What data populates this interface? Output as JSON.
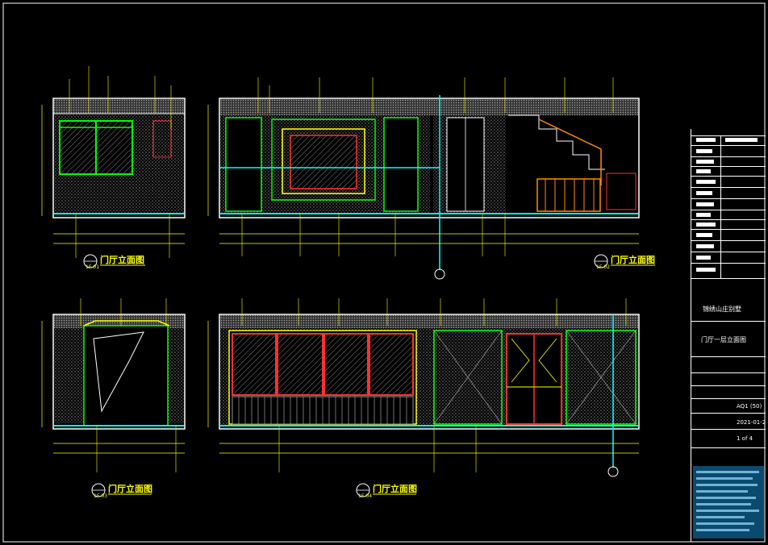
{
  "drawing": {
    "elevations": [
      {
        "id": "elev-1",
        "title": "门厅立面图",
        "num": "1F-01"
      },
      {
        "id": "elev-2",
        "title": "门厅立面图",
        "num": "1F-02"
      },
      {
        "id": "elev-3",
        "title": "门厅立面图",
        "num": "1F-03"
      },
      {
        "id": "elev-4",
        "title": "门厅立面图",
        "num": "1F-04"
      }
    ]
  },
  "title_block": {
    "project": "锦绣山庄别墅",
    "sheet": "门厅一层立面图",
    "drawn": "AQ1 (50)",
    "date": "2021-01-2",
    "page": "1 of 4"
  },
  "colors": {
    "background": "#000000",
    "frame": "#ffffff",
    "yellow": "#ffff00",
    "green": "#00ff00",
    "red": "#ff0000",
    "cyan": "#00ffff",
    "title_block_fill": "#0a4a6e"
  }
}
